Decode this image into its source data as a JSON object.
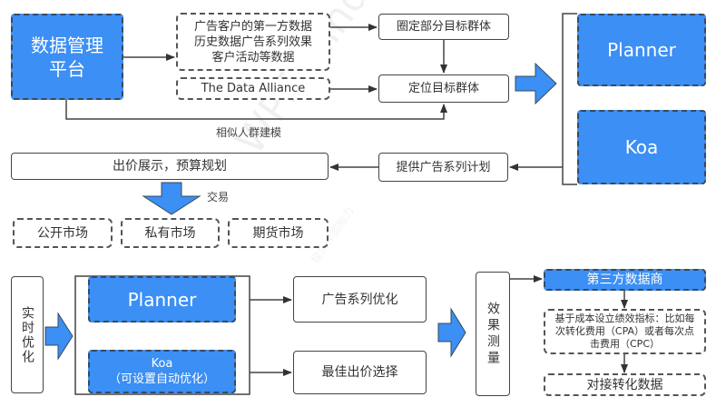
{
  "colors": {
    "accent_blue": "#3b8ff5",
    "border": "#444444",
    "text": "#333333"
  },
  "watermark": {
    "main": "WPS Mind",
    "sub": "提供作图能力"
  },
  "top": {
    "data_platform": "数据管理平台",
    "first_party_data": [
      "广告客户的第一方数据",
      "历史数据广告系列效果",
      "客户活动等数据"
    ],
    "data_alliance": "The Data Alliance",
    "lookalike_label": "相似人群建模",
    "circle_target": "圈定部分目标群体",
    "locate_target": "定位目标群体",
    "planner": "Planner",
    "koa": "Koa",
    "campaign_plan": "提供广告系列计划",
    "bidding_budget": "出价展示，预算规划",
    "trade_label": "交易",
    "markets": [
      "公开市场",
      "私有市场",
      "期货市场"
    ]
  },
  "bottom": {
    "realtime_opt": "实时优化",
    "planner": "Planner",
    "koa": "Koa",
    "koa_note": "（可设置自动优化）",
    "campaign_opt": "广告系列优化",
    "best_bid": "最佳出价选择",
    "measurement": "效果测量",
    "third_party": "第三方数据商",
    "kpi_text": [
      "基于成本设立绩效指标：比如每",
      "次转化费用（CPA）或者每次点",
      "击费用（CPC）"
    ],
    "conversion_data": "对接转化数据"
  }
}
